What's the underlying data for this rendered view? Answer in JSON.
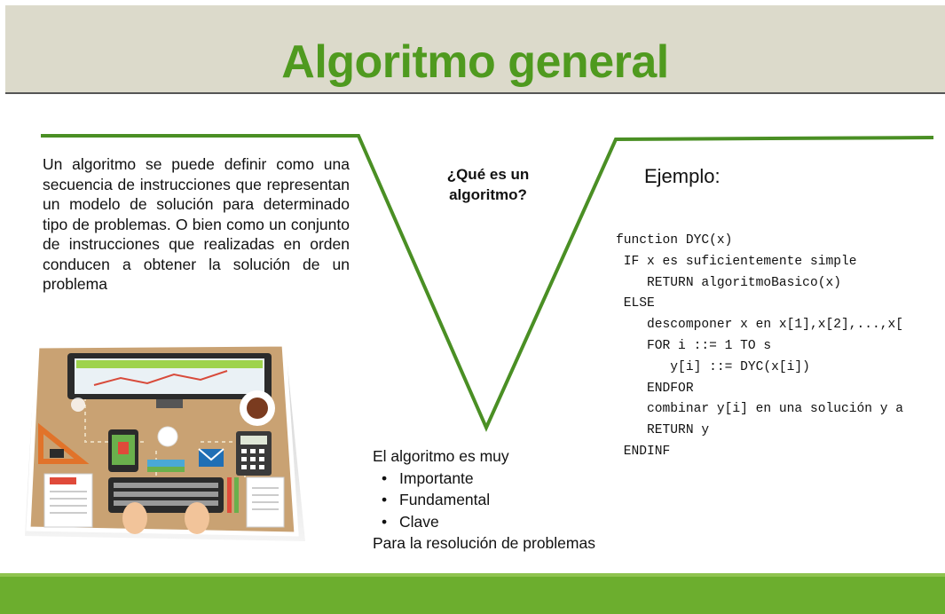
{
  "title": "Algoritmo general",
  "definition": "Un algoritmo se puede definir como una secuencia de instrucciones que representan un modelo de solución para determinado tipo de problemas. O bien como un conjunto de instrucciones que realizadas en orden conducen a obtener la solución de un problema",
  "question": "¿Qué es un algoritmo?",
  "example_label": "Ejemplo:",
  "code_lines": [
    "function DYC(x)",
    " IF x es suficientemente simple",
    "    RETURN algoritmoBasico(x)",
    " ELSE",
    "    descomponer x en x[1],x[2],...,x[",
    "    FOR i ::= 1 TO s",
    "       y[i] ::= DYC(x[i])",
    "    ENDFOR",
    "    combinar y[i] en una solución y a",
    "    RETURN y",
    " ENDINF"
  ],
  "importance": {
    "intro": "El algoritmo es muy",
    "items": [
      "Importante",
      "Fundamental",
      "Clave"
    ],
    "outro": "Para la resolución de problemas"
  },
  "colors": {
    "accent": "#4f9a1f",
    "line": "#4a8f24",
    "header_bg": "#dcdacb",
    "footer": "#6cae2e"
  },
  "illustration_icon": "desk-workspace-illustration"
}
